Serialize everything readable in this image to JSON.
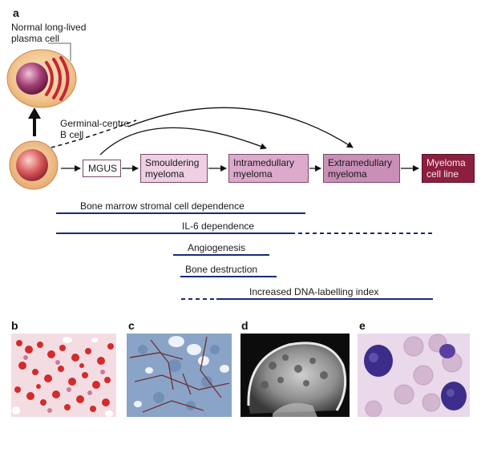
{
  "panels": {
    "a": "a",
    "b": "b",
    "c": "c",
    "d": "d",
    "e": "e"
  },
  "cells": {
    "plasma_cell_label": [
      "Normal long-lived",
      "plasma cell"
    ],
    "b_cell_label": [
      "Germinal-centre",
      "B cell"
    ]
  },
  "stages": [
    {
      "lines": [
        "MGUS"
      ]
    },
    {
      "lines": [
        "Smouldering",
        "myeloma"
      ]
    },
    {
      "lines": [
        "Intramedullary",
        "myeloma"
      ]
    },
    {
      "lines": [
        "Extramedullary",
        "myeloma"
      ]
    },
    {
      "lines": [
        "Myeloma",
        "cell line"
      ]
    }
  ],
  "colors": {
    "stage_mgus": "#ffffff",
    "stage_smouldering": "#eecfe3",
    "stage_intramedullary": "#dcaacb",
    "stage_extramedullary": "#c98fb7",
    "stage_cell_line": "#8c1f3f",
    "bar": "#1a2a78"
  },
  "bars": [
    {
      "label": "Bone marrow stromal cell dependence"
    },
    {
      "label": "IL-6 dependence"
    },
    {
      "label": "Angiogenesis"
    },
    {
      "label": "Bone destruction"
    },
    {
      "label": "Increased DNA-labelling index"
    }
  ]
}
